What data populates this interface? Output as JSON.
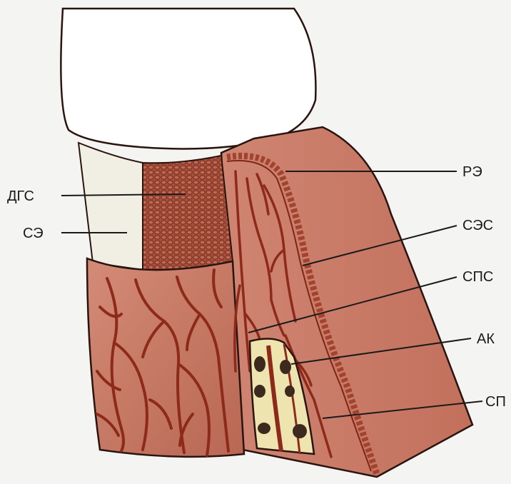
{
  "labels": {
    "dgs": "ДГС",
    "se": "СЭ",
    "re": "РЭ",
    "ses": "СЭС",
    "sps": "СПС",
    "ak": "АК",
    "sp": "СП"
  },
  "colors": {
    "background": "#f4f4f2",
    "tissue": "#c87764",
    "tissue_dark": "#a9543f",
    "vessel": "#8e2a1b",
    "enamel": "#ffffff",
    "pale_zone": "#f1efe3",
    "bone_fill": "#eee4b0",
    "outline": "#2a1410"
  }
}
